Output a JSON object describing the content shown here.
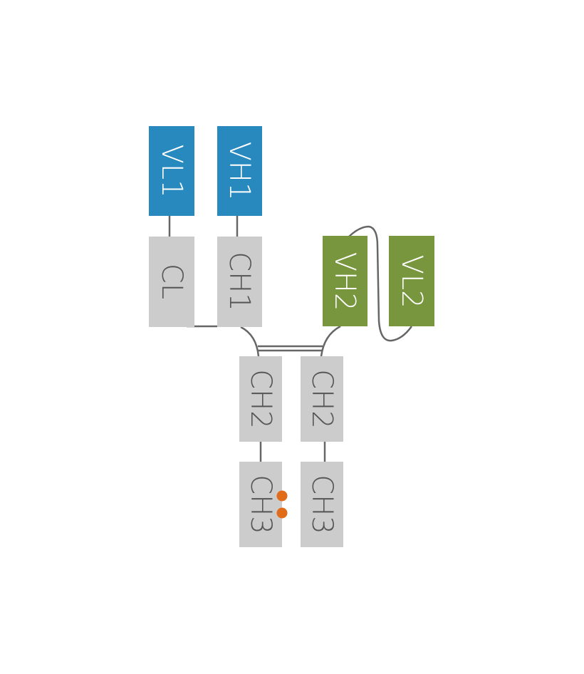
{
  "colors": {
    "variable_1": "#2789BE",
    "variable_2": "#78963E",
    "constant": "#CCCCCC",
    "connector": "#666666",
    "marker": "#E06C1A",
    "text_light": "#FFFFFF",
    "text_dark": "#555555"
  },
  "domains": {
    "vl1": "VL1",
    "vh1": "VH1",
    "cl": "CL",
    "ch1": "CH1",
    "vh2": "VH2",
    "vl2": "VL2",
    "ch2_left": "CH2",
    "ch2_right": "CH2",
    "ch3_left": "CH3",
    "ch3_right": "CH3"
  }
}
